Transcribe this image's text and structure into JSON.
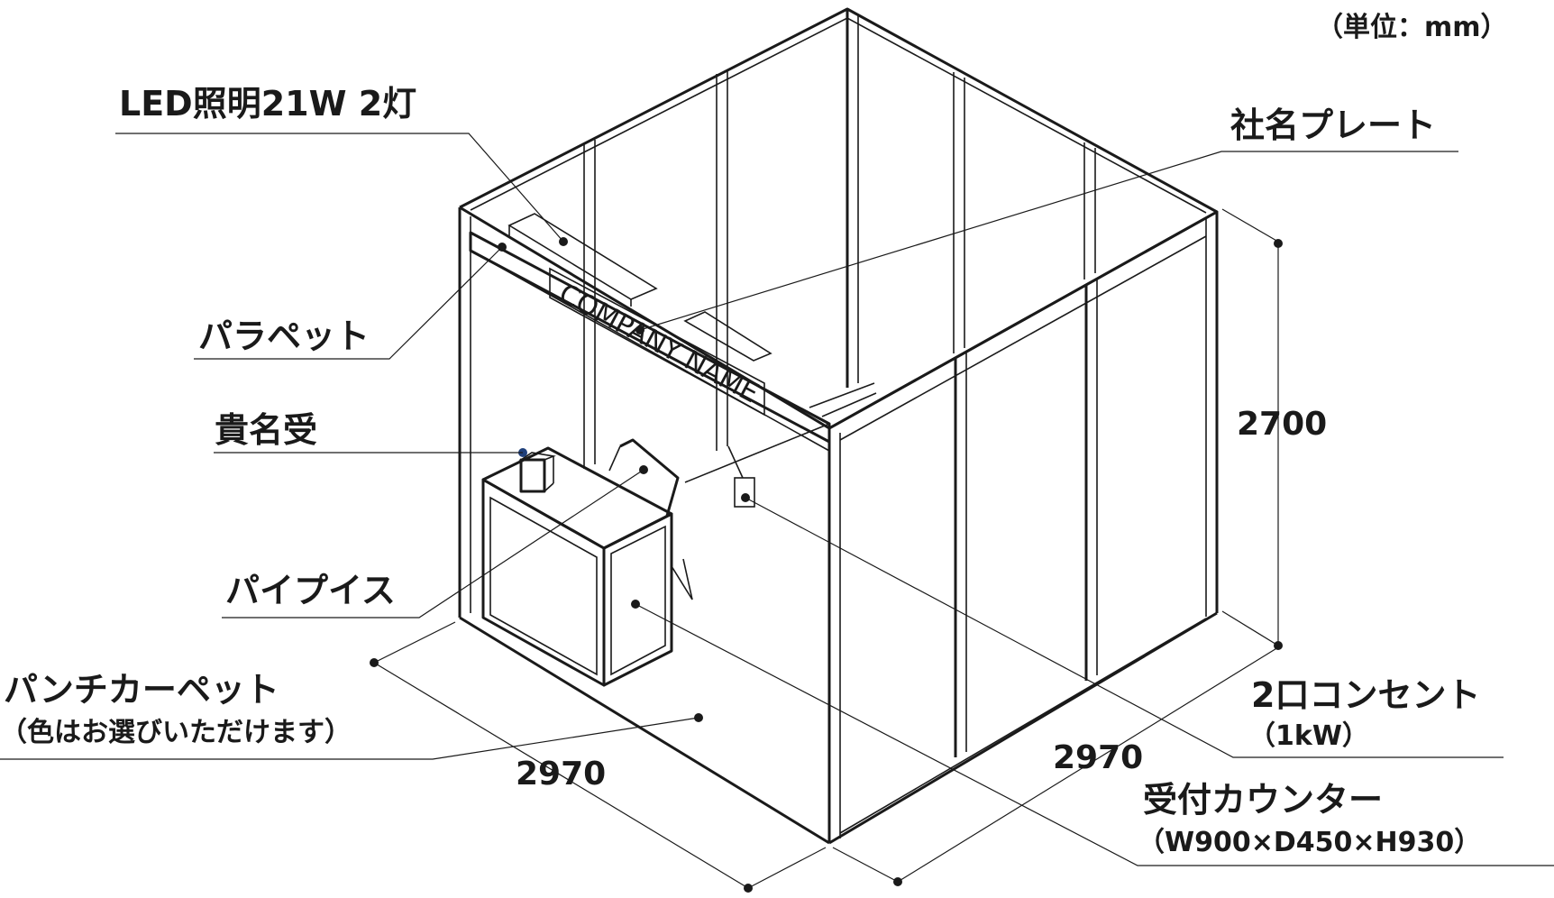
{
  "unit_note": "（単位：mm）",
  "labels": {
    "led": "LED照明21W 2灯",
    "plate": "社名プレート",
    "parapet": "パラペット",
    "name_holder": "貴名受",
    "chair": "パイプイス",
    "carpet": "パンチカーペット",
    "carpet_note": "（色はお選びいただけます）",
    "outlet": "2口コンセント",
    "outlet_note": "（1kW）",
    "counter": "受付カウンター",
    "counter_note": "（W900×D450×H930）",
    "company_name": "COMPANY NAME"
  },
  "dimensions": {
    "height": "2700",
    "width_right": "2970",
    "width_left": "2970"
  },
  "colors": {
    "line": "#1a1a1a",
    "holder_dot": "#1f3f7a",
    "background": "#ffffff"
  }
}
